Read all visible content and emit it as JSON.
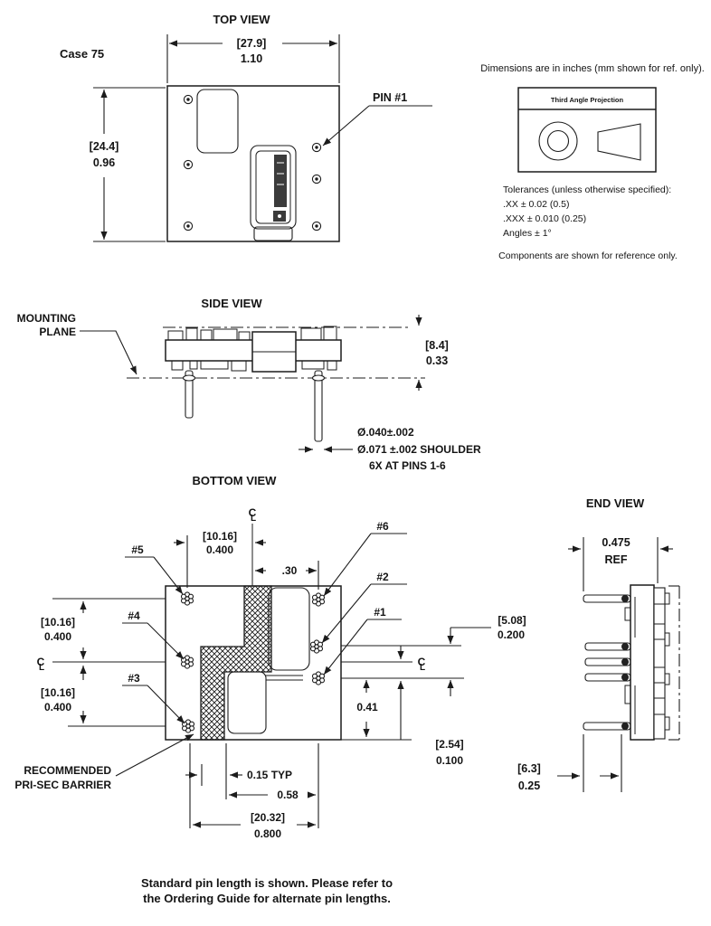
{
  "case_label": "Case 75",
  "notes": {
    "units": "Dimensions are in inches (mm shown for ref. only).",
    "projection": "Third Angle Projection",
    "tol_heading": "Tolerances (unless otherwise specified):",
    "tol_xx": ".XX ± 0.02 (0.5)",
    "tol_xxx": ".XXX ± 0.010 (0.25)",
    "tol_angles": "Angles ± 1°",
    "reference": "Components are shown for reference only."
  },
  "top_view": {
    "title": "TOP VIEW",
    "width_mm": "[27.9]",
    "width_in": "1.10",
    "height_mm": "[24.4]",
    "height_in": "0.96",
    "pin1_label": "PIN #1"
  },
  "side_view": {
    "title": "SIDE VIEW",
    "mounting_line1": "MOUNTING",
    "mounting_line2": "PLANE",
    "height_mm": "[8.4]",
    "height_in": "0.33",
    "pin_dia": "Ø.040±.002",
    "shoulder_dia": "Ø.071  ±.002 SHOULDER",
    "pin_note": "6X AT PINS 1-6"
  },
  "bottom_view": {
    "title": "BOTTOM VIEW",
    "pin_labels": {
      "p1": "#1",
      "p2": "#2",
      "p3": "#3",
      "p4": "#4",
      "p5": "#5",
      "p6": "#6"
    },
    "dims": {
      "pitch_top_mm": "[10.16]",
      "pitch_top_in": "0.400",
      "offset_30": ".30",
      "pitch_left1_mm": "[10.16]",
      "pitch_left1_in": "0.400",
      "pitch_left2_mm": "[10.16]",
      "pitch_left2_in": "0.400",
      "right1_mm": "[5.08]",
      "right1_in": "0.200",
      "right2_mm": "[2.54]",
      "right2_in": "0.100",
      "d041": "0.41",
      "d015": "0.15 TYP",
      "d058": "0.58",
      "width_mm": "[20.32]",
      "width_in": "0.800"
    },
    "barrier_line1": "RECOMMENDED",
    "barrier_line2": "PRI-SEC BARRIER"
  },
  "end_view": {
    "title": "END VIEW",
    "ref_val": "0.475",
    "ref_word": "REF",
    "dim_mm": "[6.3]",
    "dim_in": "0.25"
  },
  "symbols": {
    "centerline_c": "C",
    "centerline_l": "L"
  },
  "footer": {
    "line1": "Standard pin length is shown. Please refer to",
    "line2": "the Ordering Guide for alternate pin lengths."
  },
  "colors": {
    "line": "#1c1c1c",
    "text": "#141414",
    "dark_fill": "#3b3b3b",
    "background": "#ffffff"
  }
}
